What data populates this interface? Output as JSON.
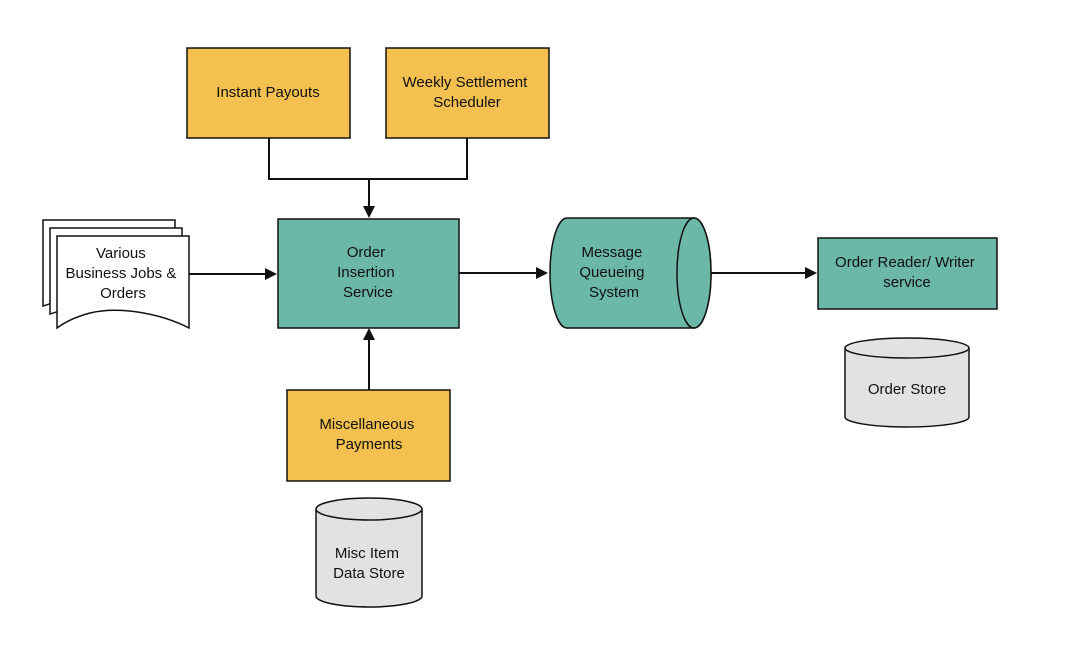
{
  "colors": {
    "yellow": "#F4C04F",
    "teal": "#6BB7A8",
    "gray": "#E2E2E2",
    "white": "#FFFFFF",
    "stroke": "#111111"
  },
  "nodes": {
    "instant_payouts": {
      "label": [
        "Instant Payouts"
      ]
    },
    "weekly_settlement": {
      "label": [
        "Weekly Settlement",
        "Scheduler"
      ]
    },
    "various_jobs": {
      "label": [
        "Various",
        "Business Jobs &",
        "Orders"
      ]
    },
    "order_insertion": {
      "label": [
        "Order",
        "Insertion",
        "Service"
      ]
    },
    "message_queue": {
      "label": [
        "Message",
        "Queueing",
        "System"
      ]
    },
    "order_reader_writer": {
      "label": [
        "Order Reader/ Writer",
        "service"
      ]
    },
    "order_store": {
      "label": [
        "Order Store"
      ]
    },
    "misc_payments": {
      "label": [
        "Miscellaneous",
        "Payments"
      ]
    },
    "misc_data_store": {
      "label": [
        "Misc Item",
        "Data Store"
      ]
    }
  }
}
